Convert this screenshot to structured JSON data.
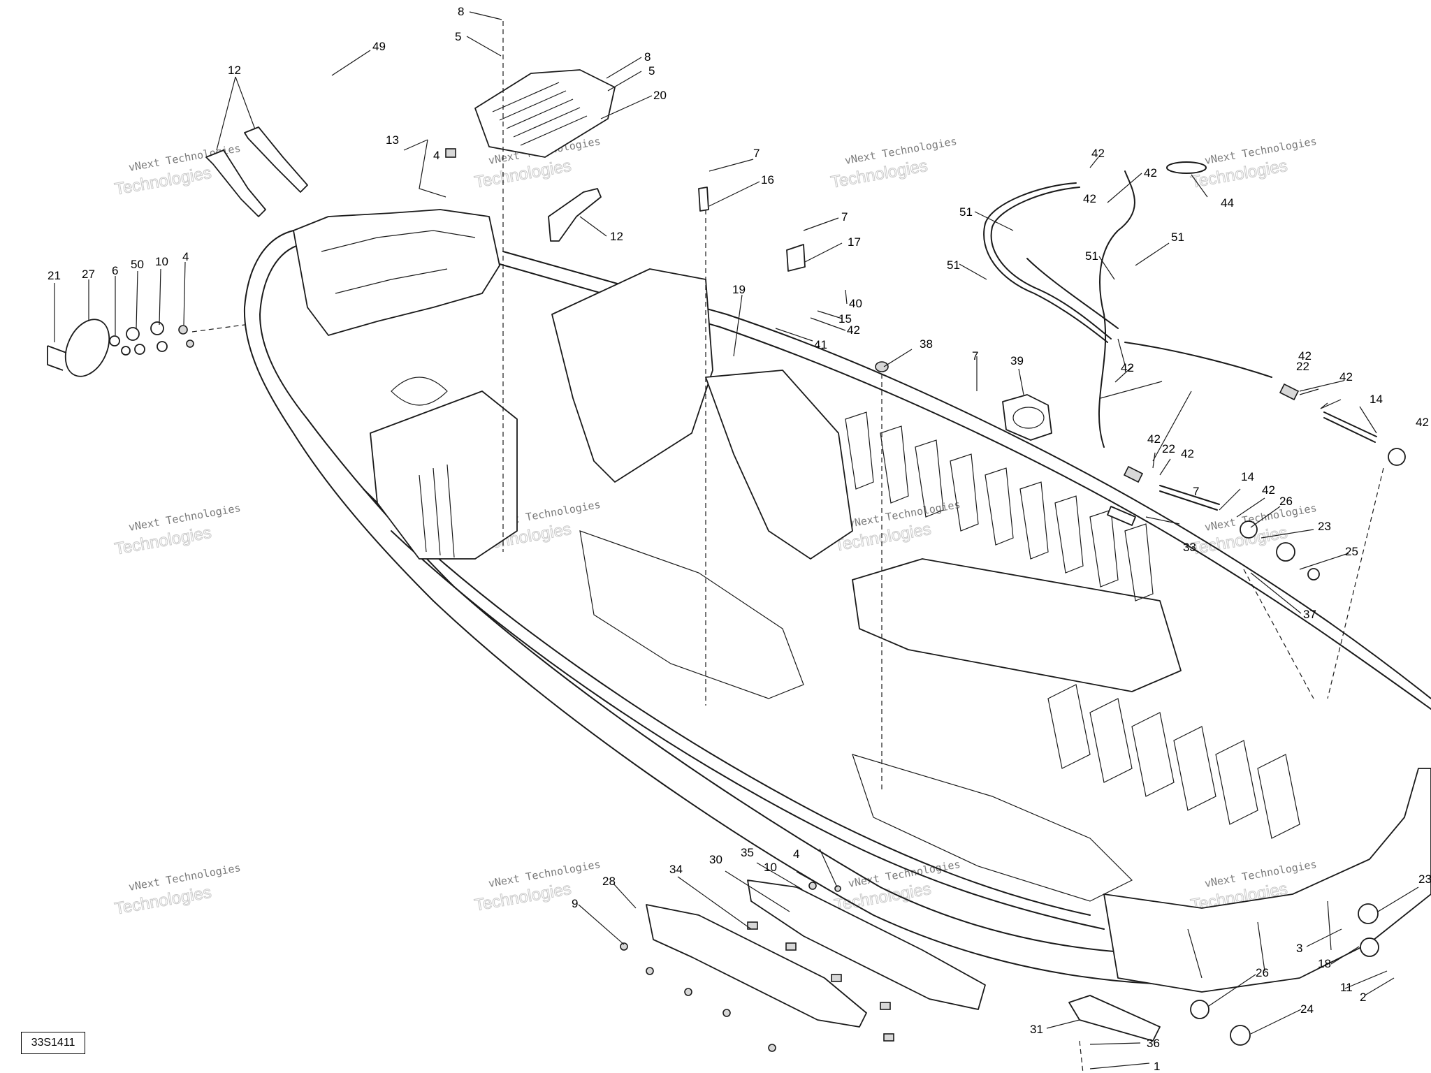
{
  "diagram": {
    "reference_code": "33S1411",
    "watermark": {
      "line1": "vNext Technologies",
      "line2": "Technologies"
    },
    "callouts": [
      {
        "label": "8"
      },
      {
        "label": "5"
      },
      {
        "label": "49"
      },
      {
        "label": "12"
      },
      {
        "label": "8"
      },
      {
        "label": "5"
      },
      {
        "label": "20"
      },
      {
        "label": "13"
      },
      {
        "label": "4"
      },
      {
        "label": "7"
      },
      {
        "label": "16"
      },
      {
        "label": "12"
      },
      {
        "label": "7"
      },
      {
        "label": "17"
      },
      {
        "label": "42"
      },
      {
        "label": "42"
      },
      {
        "label": "42"
      },
      {
        "label": "44"
      },
      {
        "label": "51"
      },
      {
        "label": "51"
      },
      {
        "label": "51"
      },
      {
        "label": "51"
      },
      {
        "label": "21"
      },
      {
        "label": "27"
      },
      {
        "label": "6"
      },
      {
        "label": "50"
      },
      {
        "label": "10"
      },
      {
        "label": "4"
      },
      {
        "label": "19"
      },
      {
        "label": "40"
      },
      {
        "label": "15"
      },
      {
        "label": "42"
      },
      {
        "label": "41"
      },
      {
        "label": "38"
      },
      {
        "label": "7"
      },
      {
        "label": "39"
      },
      {
        "label": "42"
      },
      {
        "label": "42"
      },
      {
        "label": "22"
      },
      {
        "label": "42"
      },
      {
        "label": "14"
      },
      {
        "label": "42"
      },
      {
        "label": "42"
      },
      {
        "label": "22"
      },
      {
        "label": "42"
      },
      {
        "label": "14"
      },
      {
        "label": "42"
      },
      {
        "label": "26"
      },
      {
        "label": "7"
      },
      {
        "label": "23"
      },
      {
        "label": "33"
      },
      {
        "label": "25"
      },
      {
        "label": "37"
      },
      {
        "label": "10"
      },
      {
        "label": "4"
      },
      {
        "label": "35"
      },
      {
        "label": "30"
      },
      {
        "label": "34"
      },
      {
        "label": "28"
      },
      {
        "label": "9"
      },
      {
        "label": "23"
      },
      {
        "label": "3"
      },
      {
        "label": "18"
      },
      {
        "label": "11"
      },
      {
        "label": "2"
      },
      {
        "label": "26"
      },
      {
        "label": "24"
      },
      {
        "label": "31"
      },
      {
        "label": "36"
      },
      {
        "label": "1"
      }
    ]
  }
}
